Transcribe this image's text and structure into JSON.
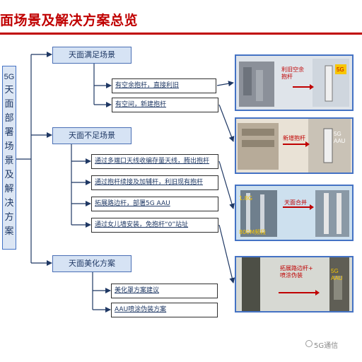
{
  "title": "面场景及解决方案总览",
  "root": {
    "prefix": "5G",
    "chars": [
      "天",
      "面",
      "部",
      "署",
      "场",
      "景",
      "及",
      "解",
      "决",
      "方",
      "案"
    ]
  },
  "categories": [
    {
      "label": "天面满足场景",
      "subs": [
        "有空余抱杆，直接利旧",
        "有空间，新建抱杆"
      ]
    },
    {
      "label": "天面不足场景",
      "subs": [
        "通过多端口天线收编存量天线，腾出抱杆",
        "通过抱杆续接及加辅杆，利旧现有抱杆",
        "拓展路边杆，部署5G AAU",
        "通过女儿墙安装，免抱杆“0”站址"
      ]
    },
    {
      "label": "天面美化方案",
      "subs": [
        "美化罩方案建议",
        "AAU喷涂伪装方案"
      ]
    }
  ],
  "photos": [
    {
      "caption": "利旧空余\n抱杆",
      "tag": "5G"
    },
    {
      "caption": "新增抱杆",
      "tag": "5G\nAAU"
    },
    {
      "caption": "天面合并",
      "labels": [
        "1.8G",
        "800M频段"
      ]
    },
    {
      "caption": "拓展路边杆+\n喷涂伪装",
      "tag": "5G\nAAU"
    }
  ],
  "watermark": "5G通信",
  "colors": {
    "title": "#c00000",
    "box_border": "#4472c4",
    "box_fill": "#d6e3f4",
    "arrow": "#1f3864",
    "caption": "#c00000"
  }
}
